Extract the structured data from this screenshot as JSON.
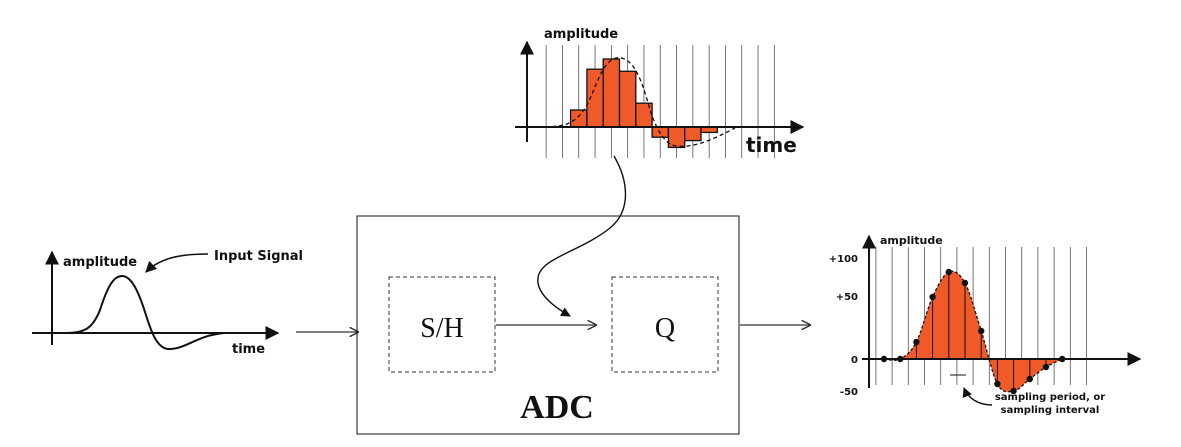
{
  "input_plot": {
    "ylabel": "amplitude",
    "xlabel": "time",
    "annotation": "Input Signal"
  },
  "sample_hold_plot": {
    "ylabel": "amplitude",
    "xlabel": "time",
    "steps": [
      0,
      0,
      0.25,
      0.85,
      1.0,
      0.82,
      0.35,
      -0.15,
      -0.3,
      -0.2,
      -0.08
    ]
  },
  "adc": {
    "title": "ADC",
    "sample_hold_label": "S/H",
    "quantizer_label": "Q"
  },
  "sampled_plot": {
    "ylabel": "amplitude",
    "ticks": [
      "+100",
      "+50",
      "0",
      "-50"
    ],
    "annotation_line1": "sampling period, or",
    "annotation_line2": "sampling interval",
    "samples": [
      0,
      0,
      17,
      62,
      87,
      76,
      28,
      -25,
      -32,
      -20,
      -8,
      0
    ],
    "fill_color": "#f05a28"
  }
}
